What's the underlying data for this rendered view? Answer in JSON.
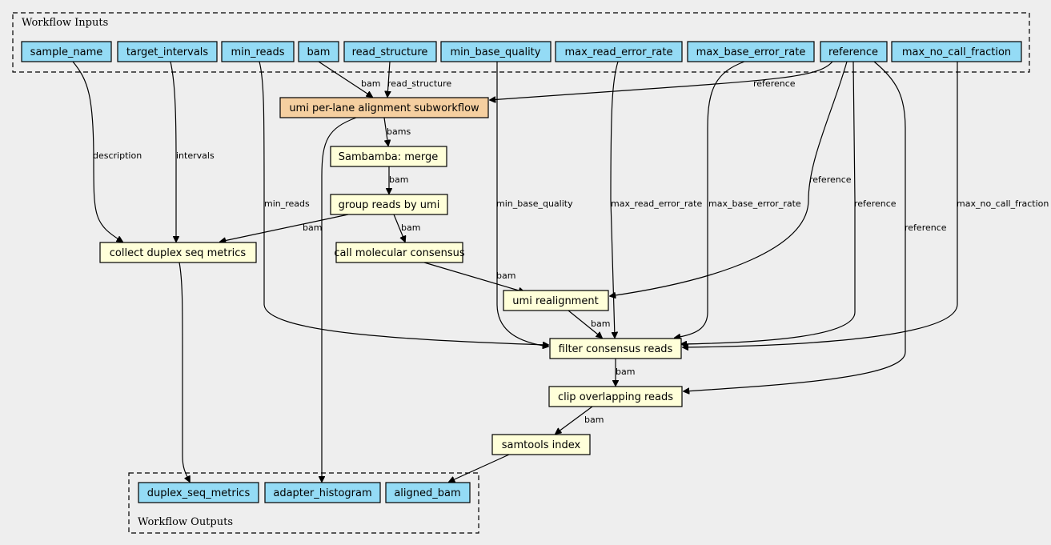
{
  "clusters": {
    "inputs": {
      "label": "Workflow Inputs"
    },
    "outputs": {
      "label": "Workflow Outputs"
    }
  },
  "nodes": {
    "sample_name": {
      "label": "sample_name",
      "kind": "input"
    },
    "target_intervals": {
      "label": "target_intervals",
      "kind": "input"
    },
    "min_reads": {
      "label": "min_reads",
      "kind": "input"
    },
    "bam": {
      "label": "bam",
      "kind": "input"
    },
    "read_structure": {
      "label": "read_structure",
      "kind": "input"
    },
    "min_base_quality": {
      "label": "min_base_quality",
      "kind": "input"
    },
    "max_read_error_rate": {
      "label": "max_read_error_rate",
      "kind": "input"
    },
    "max_base_error_rate": {
      "label": "max_base_error_rate",
      "kind": "input"
    },
    "reference": {
      "label": "reference",
      "kind": "input"
    },
    "max_no_call_fraction": {
      "label": "max_no_call_fraction",
      "kind": "input"
    },
    "umi_alignment": {
      "label": "umi per-lane alignment subworkflow",
      "kind": "subworkflow"
    },
    "sambamba_merge": {
      "label": "Sambamba: merge",
      "kind": "step"
    },
    "group_reads": {
      "label": "group reads by umi",
      "kind": "step"
    },
    "call_consensus": {
      "label": "call molecular consensus",
      "kind": "step"
    },
    "collect_metrics": {
      "label": "collect duplex seq metrics",
      "kind": "step"
    },
    "umi_realignment": {
      "label": "umi realignment",
      "kind": "step"
    },
    "filter_consensus": {
      "label": "filter consensus reads",
      "kind": "step"
    },
    "clip_overlapping": {
      "label": "clip overlapping reads",
      "kind": "step"
    },
    "samtools_index": {
      "label": "samtools index",
      "kind": "step"
    },
    "duplex_seq_metrics": {
      "label": "duplex_seq_metrics",
      "kind": "output"
    },
    "adapter_histogram": {
      "label": "adapter_histogram",
      "kind": "output"
    },
    "aligned_bam": {
      "label": "aligned_bam",
      "kind": "output"
    }
  },
  "edges": [
    {
      "from": "bam",
      "to": "umi_alignment",
      "label": "bam"
    },
    {
      "from": "read_structure",
      "to": "umi_alignment",
      "label": "read_structure"
    },
    {
      "from": "reference",
      "to": "umi_alignment",
      "label": "reference"
    },
    {
      "from": "umi_alignment",
      "to": "sambamba_merge",
      "label": "bams"
    },
    {
      "from": "sambamba_merge",
      "to": "group_reads",
      "label": "bam"
    },
    {
      "from": "group_reads",
      "to": "collect_metrics",
      "label": "bam"
    },
    {
      "from": "group_reads",
      "to": "call_consensus",
      "label": "bam"
    },
    {
      "from": "sample_name",
      "to": "collect_metrics",
      "label": "description"
    },
    {
      "from": "target_intervals",
      "to": "collect_metrics",
      "label": "intervals"
    },
    {
      "from": "call_consensus",
      "to": "umi_realignment",
      "label": "bam"
    },
    {
      "from": "reference",
      "to": "umi_realignment",
      "label": "reference"
    },
    {
      "from": "umi_realignment",
      "to": "filter_consensus",
      "label": "bam"
    },
    {
      "from": "min_reads",
      "to": "filter_consensus",
      "label": "min_reads"
    },
    {
      "from": "min_base_quality",
      "to": "filter_consensus",
      "label": "min_base_quality"
    },
    {
      "from": "max_read_error_rate",
      "to": "filter_consensus",
      "label": "max_read_error_rate"
    },
    {
      "from": "max_base_error_rate",
      "to": "filter_consensus",
      "label": "max_base_error_rate"
    },
    {
      "from": "reference",
      "to": "filter_consensus",
      "label": "reference"
    },
    {
      "from": "max_no_call_fraction",
      "to": "filter_consensus",
      "label": "max_no_call_fraction"
    },
    {
      "from": "filter_consensus",
      "to": "clip_overlapping",
      "label": "bam"
    },
    {
      "from": "reference",
      "to": "clip_overlapping",
      "label": "reference"
    },
    {
      "from": "clip_overlapping",
      "to": "samtools_index",
      "label": "bam"
    },
    {
      "from": "collect_metrics",
      "to": "duplex_seq_metrics",
      "label": ""
    },
    {
      "from": "umi_alignment",
      "to": "adapter_histogram",
      "label": ""
    },
    {
      "from": "samtools_index",
      "to": "aligned_bam",
      "label": ""
    }
  ]
}
